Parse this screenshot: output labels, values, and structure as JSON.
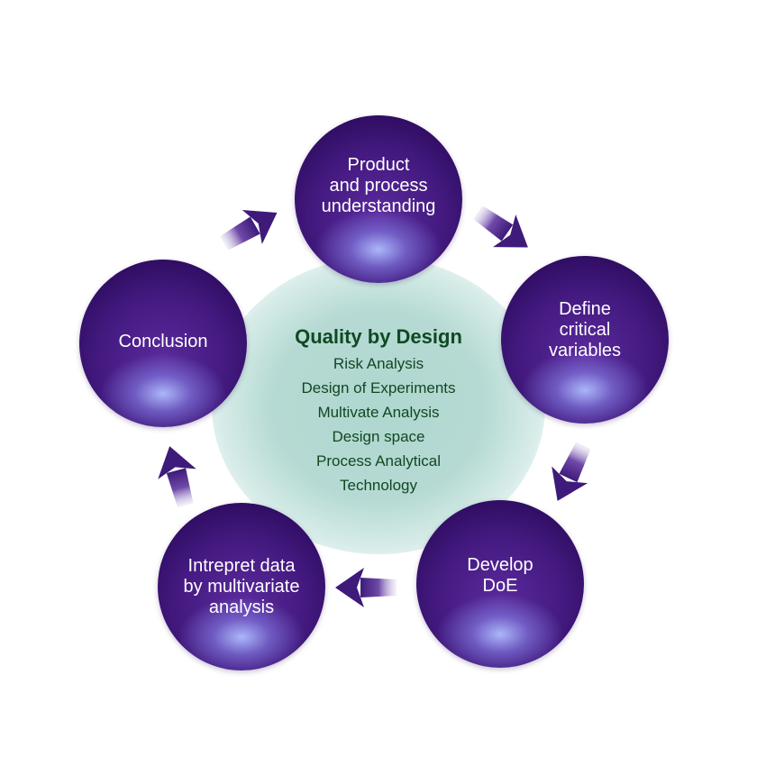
{
  "nodes": {
    "product": "Product\nand process\nunderstanding",
    "define": "Define\ncritical\nvariables",
    "develop": "Develop\nDoE",
    "interpret": "Intrepret data\nby multivariate\nanalysis",
    "conclusion": "Conclusion"
  },
  "center": {
    "title": "Quality by Design",
    "items": [
      "Risk Analysis",
      "Design of Experiments",
      "Multivate Analysis",
      "Design space",
      "Process Analytical",
      "Technology"
    ]
  },
  "colors": {
    "node_dark": "#2a0a5a",
    "node_mid": "#43197f",
    "node_highlight": "#b0beff",
    "center_glow": "#aed7cf",
    "center_text": "#124722",
    "arrow": "#3e1a7a"
  }
}
